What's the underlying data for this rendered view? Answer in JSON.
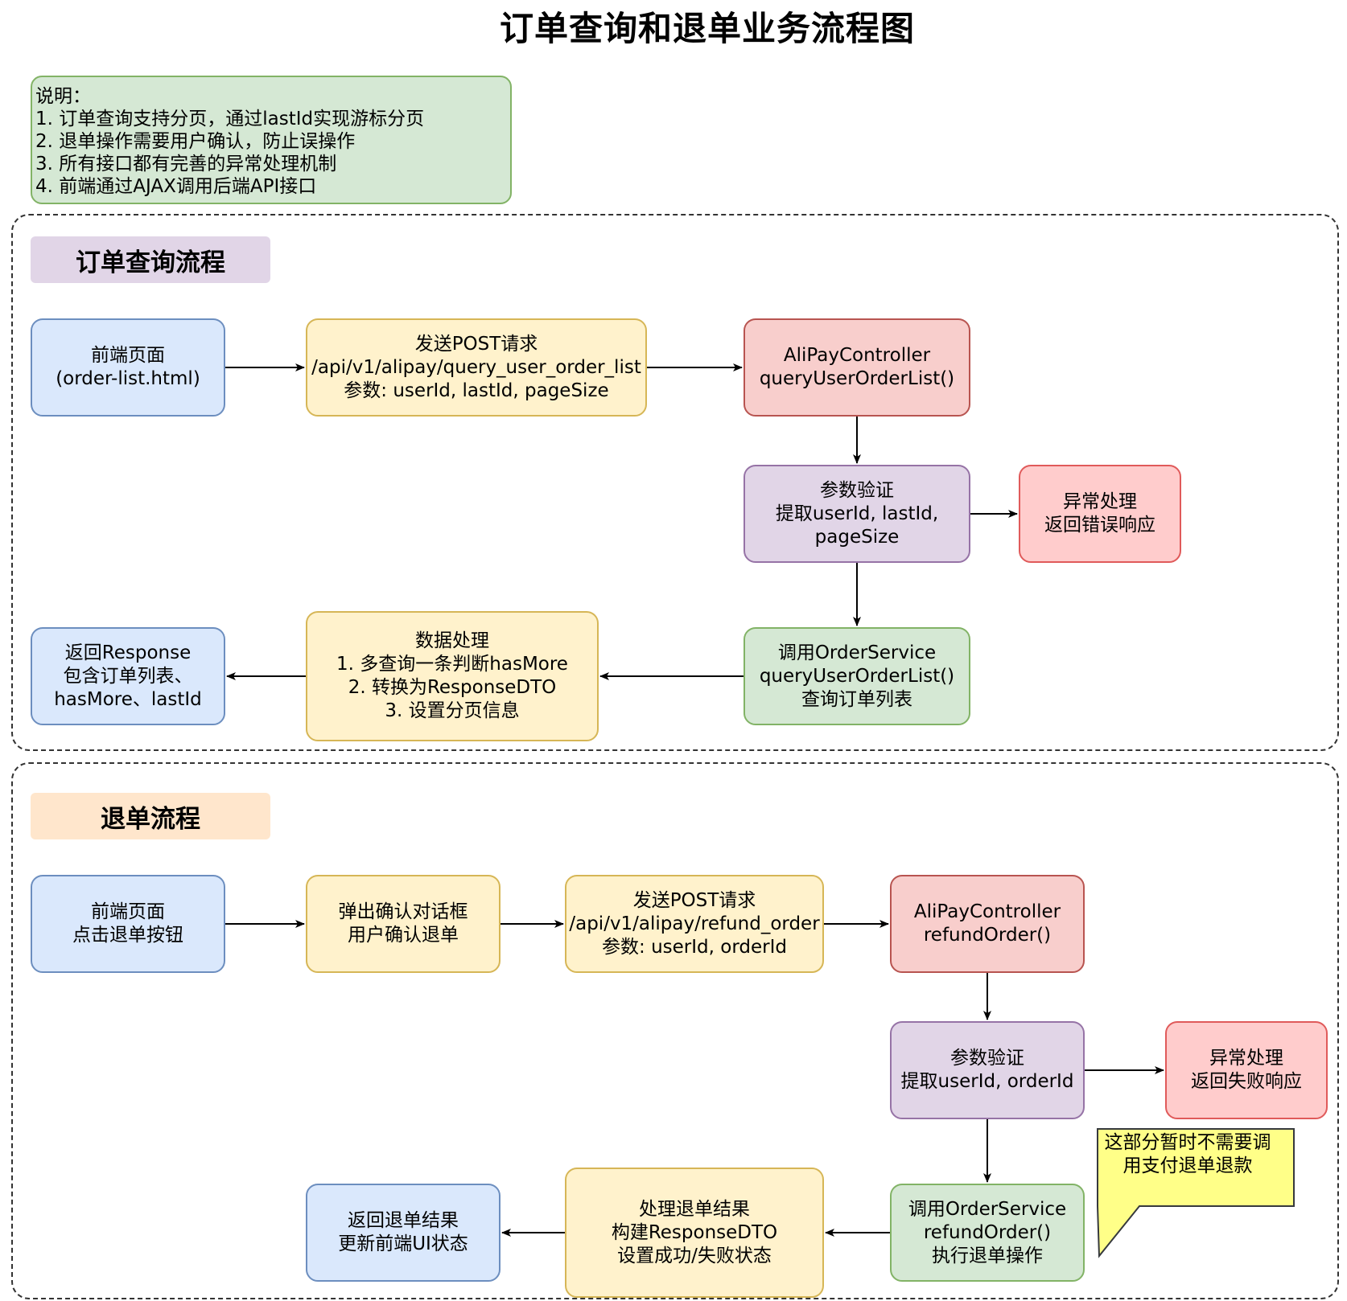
{
  "title": "订单查询和退单业务流程图",
  "note": {
    "lines": [
      "说明：",
      "1. 订单查询支持分页，通过lastId实现游标分页",
      "2. 退单操作需要用户确认，防止误操作",
      "3. 所有接口都有完善的异常处理机制",
      "4. 前端通过AJAX调用后端API接口"
    ]
  },
  "colors": {
    "blue": "#dae8fc",
    "yellow": "#fff2cc",
    "red": "#f8cecc",
    "purple": "#e1d5e7",
    "green": "#d5e8d4",
    "callout": "#ffff88"
  },
  "query_flow": {
    "label": "订单查询流程",
    "frontend": [
      "前端页面",
      "(order-list.html)"
    ],
    "post_request": [
      "发送POST请求",
      "/api/v1/alipay/query_user_order_list",
      "参数: userId, lastId, pageSize"
    ],
    "controller": [
      "AliPayController",
      "queryUserOrderList()"
    ],
    "validate": [
      "参数验证",
      "提取userId, lastId,",
      "pageSize"
    ],
    "error": [
      "异常处理",
      "返回错误响应"
    ],
    "service": [
      "调用OrderService",
      "queryUserOrderList()",
      "查询订单列表"
    ],
    "process": [
      "数据处理",
      "1. 多查询一条判断hasMore",
      "2. 转换为ResponseDTO",
      "3. 设置分页信息"
    ],
    "response": [
      "返回Response",
      "包含订单列表、",
      "hasMore、lastId"
    ]
  },
  "refund_flow": {
    "label": "退单流程",
    "frontend": [
      "前端页面",
      "点击退单按钮"
    ],
    "confirm": [
      "弹出确认对话框",
      "用户确认退单"
    ],
    "post_request": [
      "发送POST请求",
      "/api/v1/alipay/refund_order",
      "参数: userId, orderId"
    ],
    "controller": [
      "AliPayController",
      "refundOrder()"
    ],
    "validate": [
      "参数验证",
      "提取userId, orderId"
    ],
    "error": [
      "异常处理",
      "返回失败响应"
    ],
    "service": [
      "调用OrderService",
      "refundOrder()",
      "执行退单操作"
    ],
    "process": [
      "处理退单结果",
      "构建ResponseDTO",
      "设置成功/失败状态"
    ],
    "result": [
      "返回退单结果",
      "更新前端UI状态"
    ],
    "callout": [
      "这部分暂时不需要调",
      "用支付退单退款"
    ]
  }
}
